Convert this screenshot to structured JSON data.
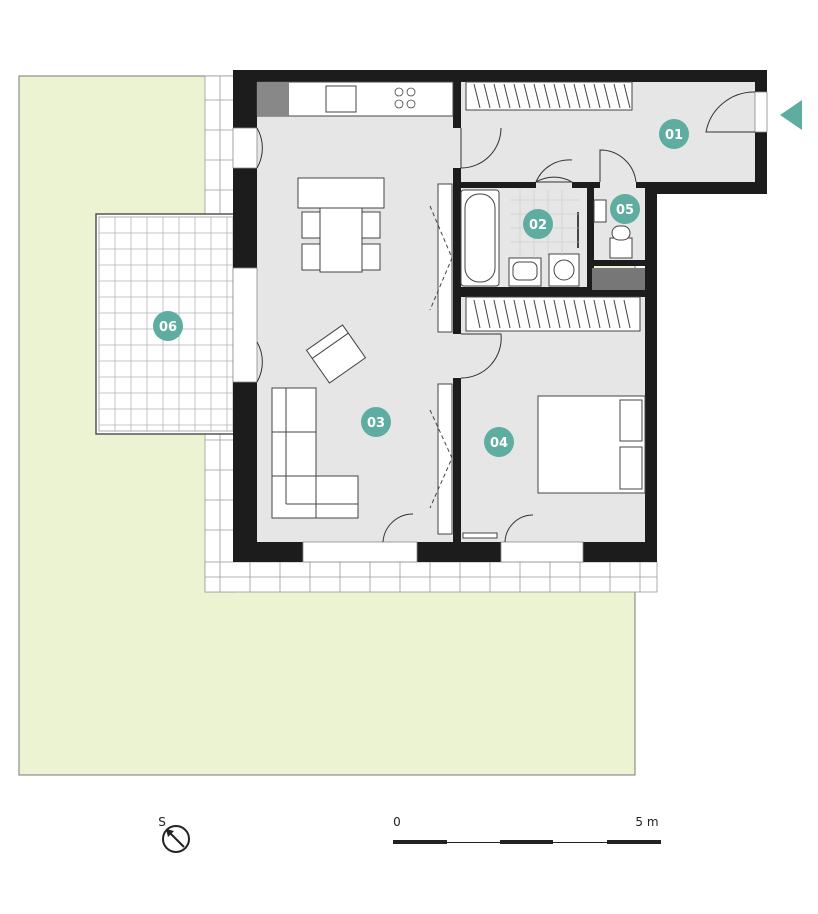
{
  "rooms": [
    {
      "id": "01",
      "label": "01"
    },
    {
      "id": "02",
      "label": "02"
    },
    {
      "id": "03",
      "label": "03"
    },
    {
      "id": "04",
      "label": "04"
    },
    {
      "id": "05",
      "label": "05"
    },
    {
      "id": "06",
      "label": "06"
    }
  ],
  "scale_bar": {
    "start_label": "0",
    "end_label": "5 m"
  },
  "colors": {
    "wall": "#1c1c1c",
    "floor": "#e6e6e6",
    "garden": "#ecf3d3",
    "badge": "#5fada0",
    "entrance_marker": "#5fada0",
    "counter": "#777777"
  },
  "compass": {
    "north_symbol": "S"
  }
}
